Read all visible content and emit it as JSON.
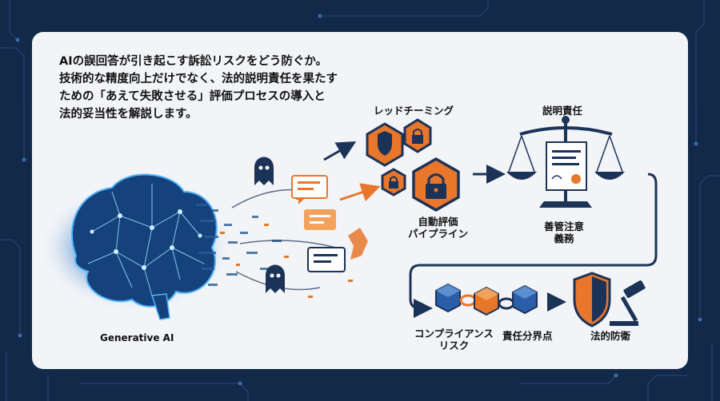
{
  "intro": {
    "line1": "AIの誤回答が引き起こす訴訟リスクをどう防ぐか。",
    "line2": "技術的な精度向上だけでなく、法的説明責任を果たす",
    "line3": "ための「あえて失敗させる」評価プロセスの導入と",
    "line4": "法的妥当性を解説します。"
  },
  "labels": {
    "generative_ai": "Generative AI",
    "red_teaming": "レッドチーミング",
    "auto_eval_1": "自動評価",
    "auto_eval_2": "パイプライン",
    "accountability": "説明責任",
    "duty_of_care_1": "善管注意",
    "duty_of_care_2": "義務",
    "compliance_1": "コンプライアンス",
    "compliance_2": "リスク",
    "responsibility_boundary": "責任分界点",
    "legal_defense": "法的防衛"
  },
  "colors": {
    "navy": "#1c3358",
    "accent": "#e8762b",
    "background": "#12294a",
    "card": "#f2f4f7",
    "brain_glow": "#3a9ce8"
  },
  "icons": [
    "brain-icon",
    "ghost-icon",
    "chat-bubble-icon",
    "shield-icon",
    "lock-icon",
    "scales-icon",
    "certificate-icon",
    "chain-icon",
    "gavel-icon",
    "arrow-icon"
  ]
}
